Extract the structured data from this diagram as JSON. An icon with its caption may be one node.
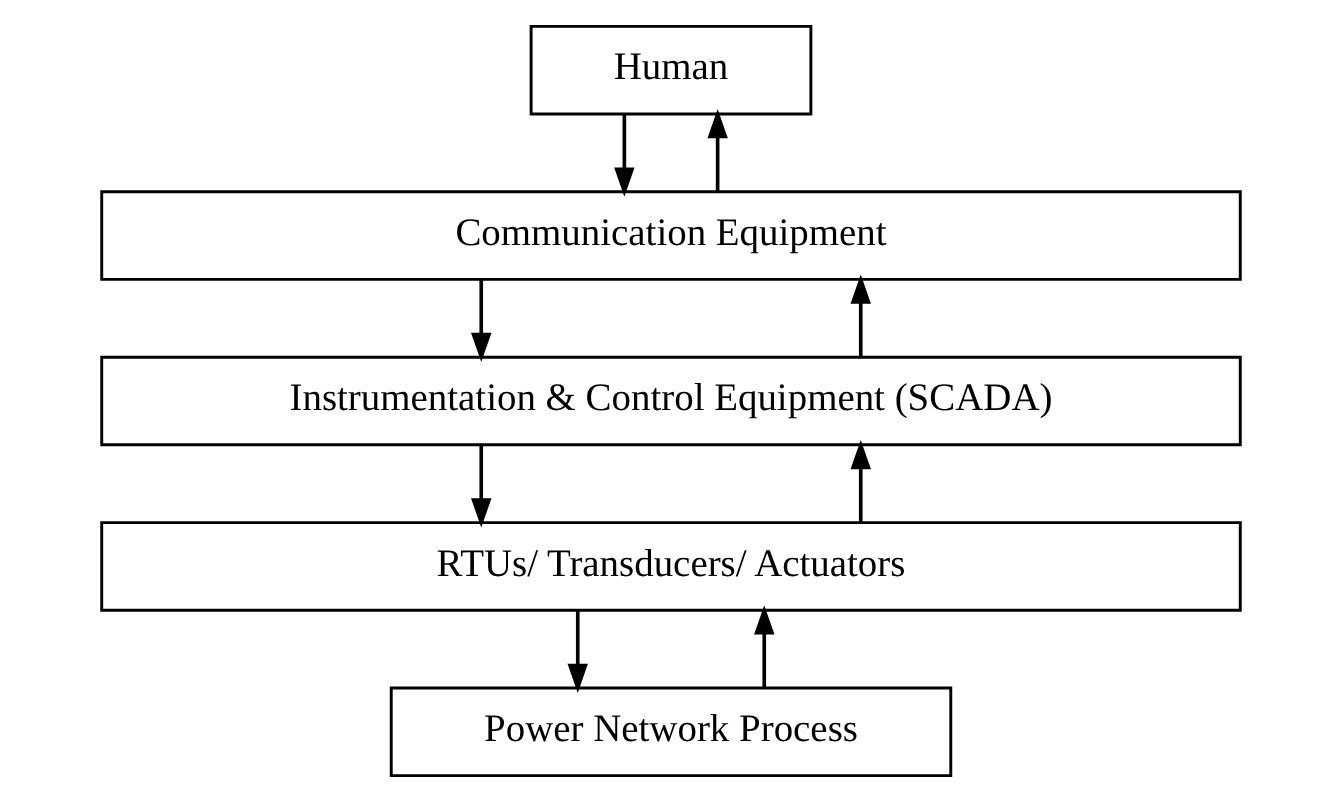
{
  "diagram": {
    "nodes": [
      {
        "text": [
          "Human"
        ]
      },
      {
        "text": [
          "Communication Equipment"
        ]
      },
      {
        "text": [
          "Instrumentation & Control Equipment (SCADA)"
        ]
      },
      {
        "text": [
          "RTUs/ Transducers/ Actuators"
        ]
      },
      {
        "text": [
          "Power Network Process"
        ]
      }
    ],
    "edges": [
      {
        "from": 1,
        "to": 0,
        "arrow": "to"
      },
      {
        "from": 0,
        "to": 1,
        "arrow": "to"
      },
      {
        "from": 2,
        "to": 1,
        "arrow": "to"
      },
      {
        "from": 1,
        "to": 2,
        "arrow": "to"
      },
      {
        "from": 3,
        "to": 2,
        "arrow": "to"
      },
      {
        "from": 2,
        "to": 3,
        "arrow": "to"
      },
      {
        "from": 4,
        "to": 3,
        "arrow": "to"
      },
      {
        "from": 3,
        "to": 4,
        "arrow": "to"
      }
    ]
  }
}
